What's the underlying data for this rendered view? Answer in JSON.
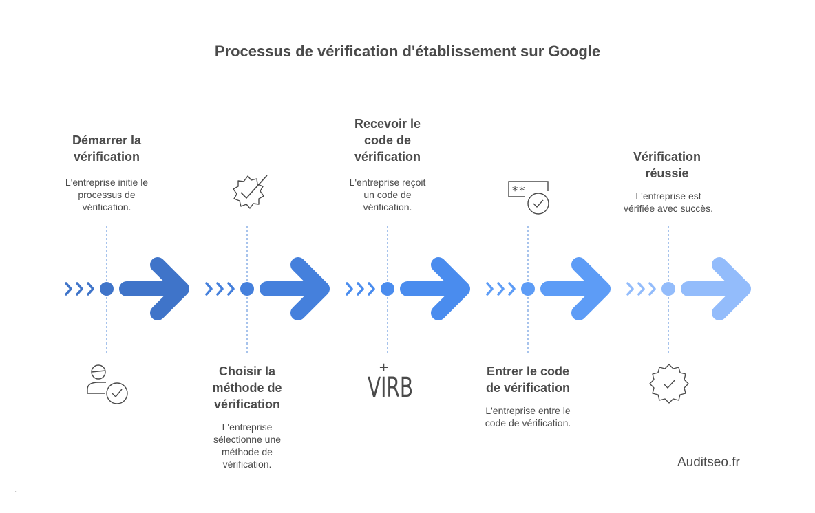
{
  "title": "Processus de vérification d'établissement sur Google",
  "steps": [
    {
      "title_lines": [
        "Démarrer la",
        "vérification"
      ],
      "desc_lines": [
        "L'entreprise initie le",
        "processus de",
        "vérification."
      ],
      "color": "#3f74c9",
      "icon": "user-check-icon"
    },
    {
      "title_lines": [
        "Choisir la",
        "méthode de",
        "vérification"
      ],
      "desc_lines": [
        "L'entreprise",
        "sélectionne une",
        "méthode de",
        "vérification."
      ],
      "color": "#4580dc",
      "icon": "gear-check-icon"
    },
    {
      "title_lines": [
        "Recevoir le",
        "code de",
        "vérification"
      ],
      "desc_lines": [
        "L'entreprise reçoit",
        "un code de",
        "vérification."
      ],
      "color": "#4a8cee",
      "icon": "virb-logo-icon"
    },
    {
      "title_lines": [
        "Entrer le code",
        "de vérification"
      ],
      "desc_lines": [
        "L'entreprise entre le",
        "code de vérification."
      ],
      "color": "#5d9cf6",
      "icon": "password-check-icon"
    },
    {
      "title_lines": [
        "Vérification",
        "réussie"
      ],
      "desc_lines": [
        "L'entreprise est",
        "vérifiée avec succès."
      ],
      "color": "#93bcfb",
      "icon": "badge-check-icon"
    }
  ],
  "logo_text": {
    "plus": "+",
    "virb": "VIRB"
  },
  "password_mask": "**",
  "watermark": "Auditseo.fr",
  "tick": "'"
}
